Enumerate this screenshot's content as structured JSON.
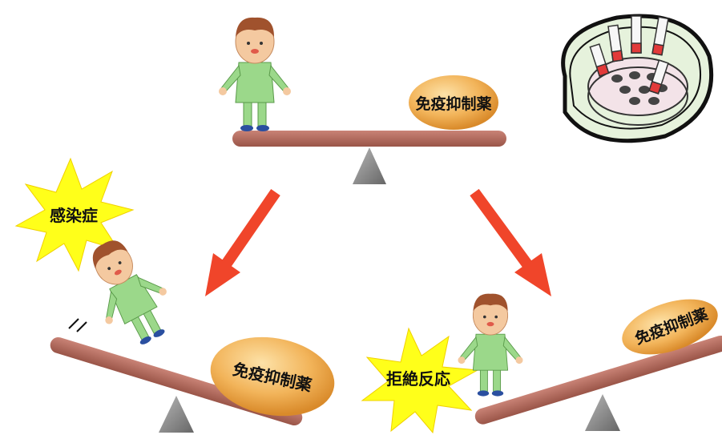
{
  "labels": {
    "drug_top": "免疫抑制薬",
    "infection": "感染症",
    "drug_left": "免疫抑制薬",
    "rejection": "拒絶反応",
    "drug_right": "免疫抑制薬"
  },
  "colors": {
    "beam": "#b46a5e",
    "fulcrum": "#8a8a8a",
    "arrow": "#f0452a",
    "starburst": "#ffff1a",
    "pill": "#f2b45a",
    "skin": "#f4c9a0",
    "clothes": "#9bd88a",
    "hair": "#a0522d"
  },
  "icons": [
    "person-figure-icon",
    "test-tube-petri-dish-icon",
    "starburst-icon",
    "fulcrum-triangle-icon"
  ]
}
